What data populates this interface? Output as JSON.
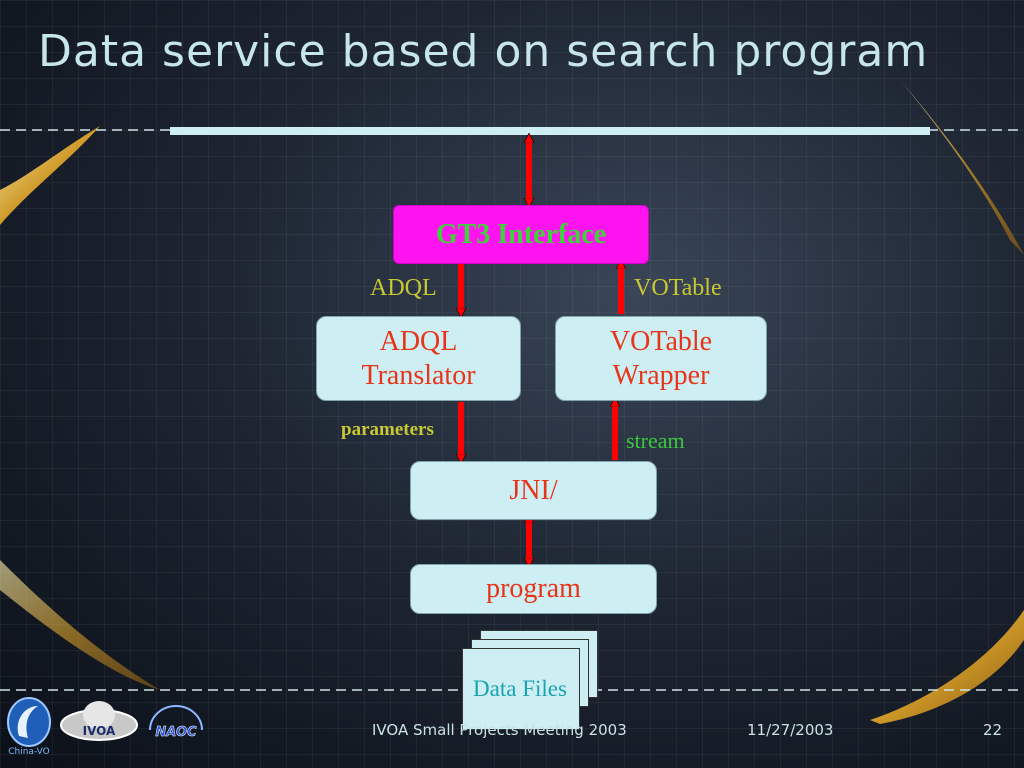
{
  "slide": {
    "title": "Data service based on search program",
    "footer_center": "IVOA Small Projects Meeting 2003",
    "footer_date": "11/27/2003",
    "page_number": "22"
  },
  "diagram": {
    "nodes": {
      "gt3": "GT3 Interface",
      "translator": [
        "ADQL",
        "Translator"
      ],
      "wrapper": [
        "VOTable",
        "Wrapper"
      ],
      "jni": "JNI/",
      "program": "program",
      "data_files": "Data Files"
    },
    "edge_labels": {
      "adql": "ADQL",
      "votable": "VOTable",
      "parameters": "parameters",
      "stream": "stream"
    }
  },
  "logos": {
    "left": "China-VO",
    "middle": "IVOA",
    "right": "NAOC"
  },
  "colors": {
    "title": "#c6e6ea",
    "box_fill": "#cdeef2",
    "box_text": "#e8351a",
    "gt3_fill": "#ff14f0",
    "gt3_text": "#3dd43a",
    "arrow": "#ff0000",
    "label_yellow": "#c8c832",
    "label_green": "#3cc83c"
  }
}
